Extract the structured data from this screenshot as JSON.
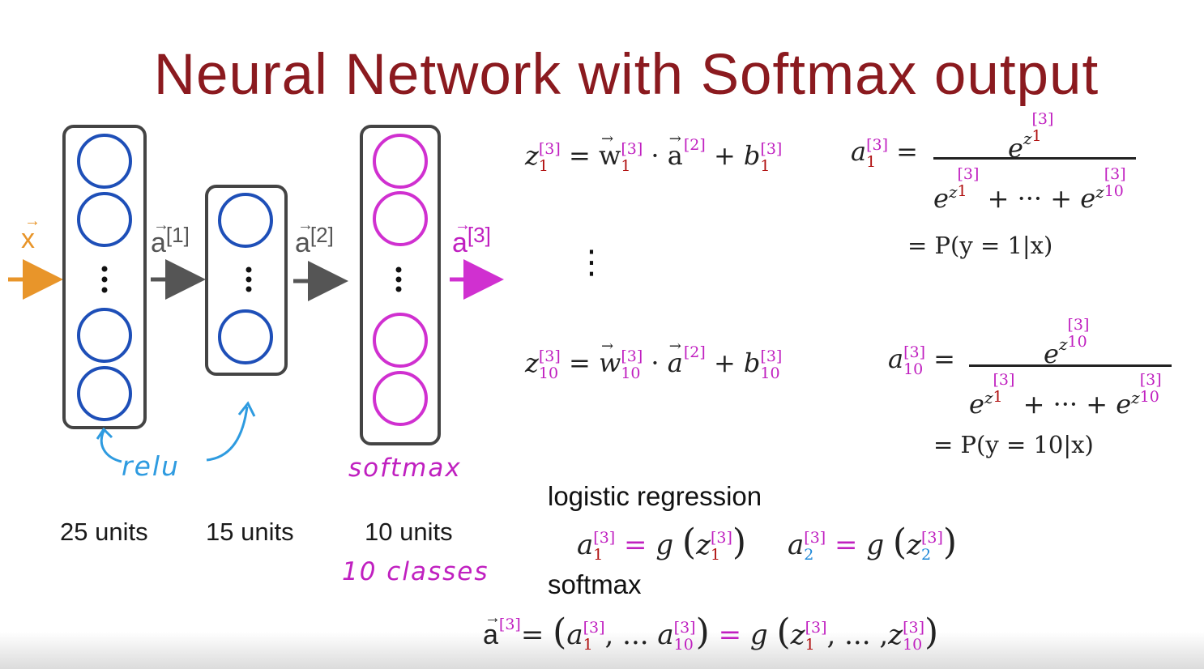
{
  "title": "Neural Network with Softmax output",
  "input_label": "x",
  "edge_labels": {
    "a1": "a",
    "a1_sup": "[1]",
    "a2": "a",
    "a2_sup": "[2]",
    "a3": "a",
    "a3_sup": "[3]"
  },
  "layers": [
    {
      "units_label": "25 units",
      "activation": "relu"
    },
    {
      "units_label": "15 units",
      "activation": "relu"
    },
    {
      "units_label": "10 units",
      "activation": "softmax",
      "note": "10 classes"
    }
  ],
  "annotations": {
    "relu": "relu",
    "softmax": "softmax",
    "classes": "10 classes"
  },
  "equations": {
    "z1_lhs": "z",
    "sup3": "[3]",
    "sup2": "[2]",
    "sub1": "1",
    "sub2": "2",
    "sub10": "10",
    "eq": "=",
    "dot": "·",
    "plus": "+",
    "dots": "+ ··· +",
    "w": "w",
    "a": "a",
    "b": "b",
    "e": "e",
    "p1": "= P(y = 1|x)",
    "p10": "= P(y = 10|x)",
    "vdots": "⋮"
  },
  "logistic_regression": {
    "heading": "logistic regression",
    "g": "g"
  },
  "softmax_section": {
    "heading": "softmax",
    "ellipsis": ", ... ",
    "ellipsis2": ", ... ,"
  },
  "colors": {
    "title": "#8b1a1f",
    "magenta": "#c020c0",
    "blue_circle": "#1e4fb8",
    "orange": "#e8952a",
    "light_blue": "#2e9be0",
    "arrow_gray": "#555555"
  }
}
